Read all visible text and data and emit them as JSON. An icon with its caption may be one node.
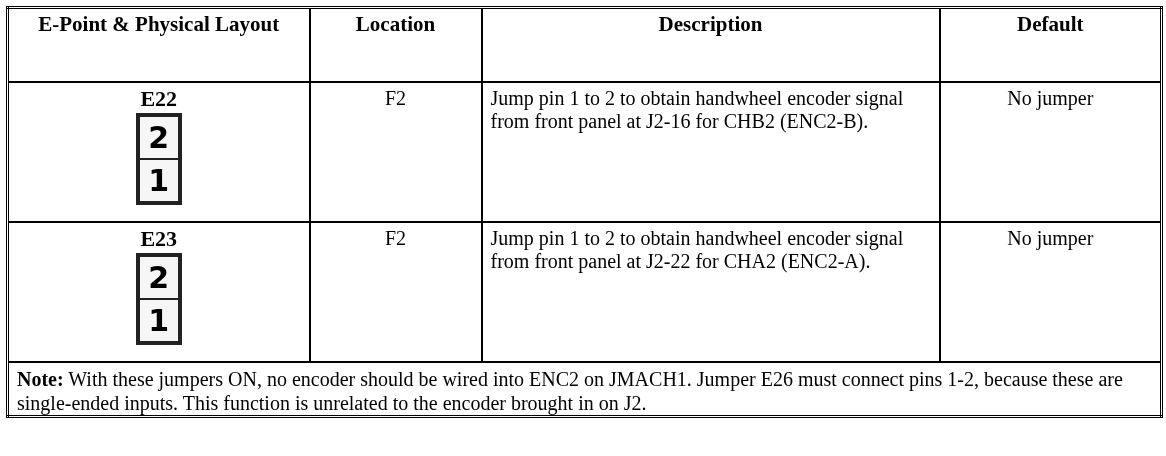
{
  "diagram": {
    "labels": [
      "E-Point & Physical Layout",
      "Location",
      "Description",
      "Default",
      "E22",
      "2",
      "1",
      "F2",
      "Jump pin 1 to 2 to obtain handwheel encoder signal from front panel at J2-16 for CHB2 (ENC2-B).",
      "No jumper",
      "E23",
      "2",
      "1",
      "F2",
      "Jump pin 1 to 2 to obtain handwheel encoder signal from front panel at J2-22 for CHA2 (ENC2-A).",
      "No jumper",
      "**Note:** With these jumpers ON, no encoder should be wired into ENC2 on JMACH1. Jumper E26 must connect pins 1-2, because these are single-ended inputs. This function is unrelated to the encoder brought in on J2."
    ]
  }
}
